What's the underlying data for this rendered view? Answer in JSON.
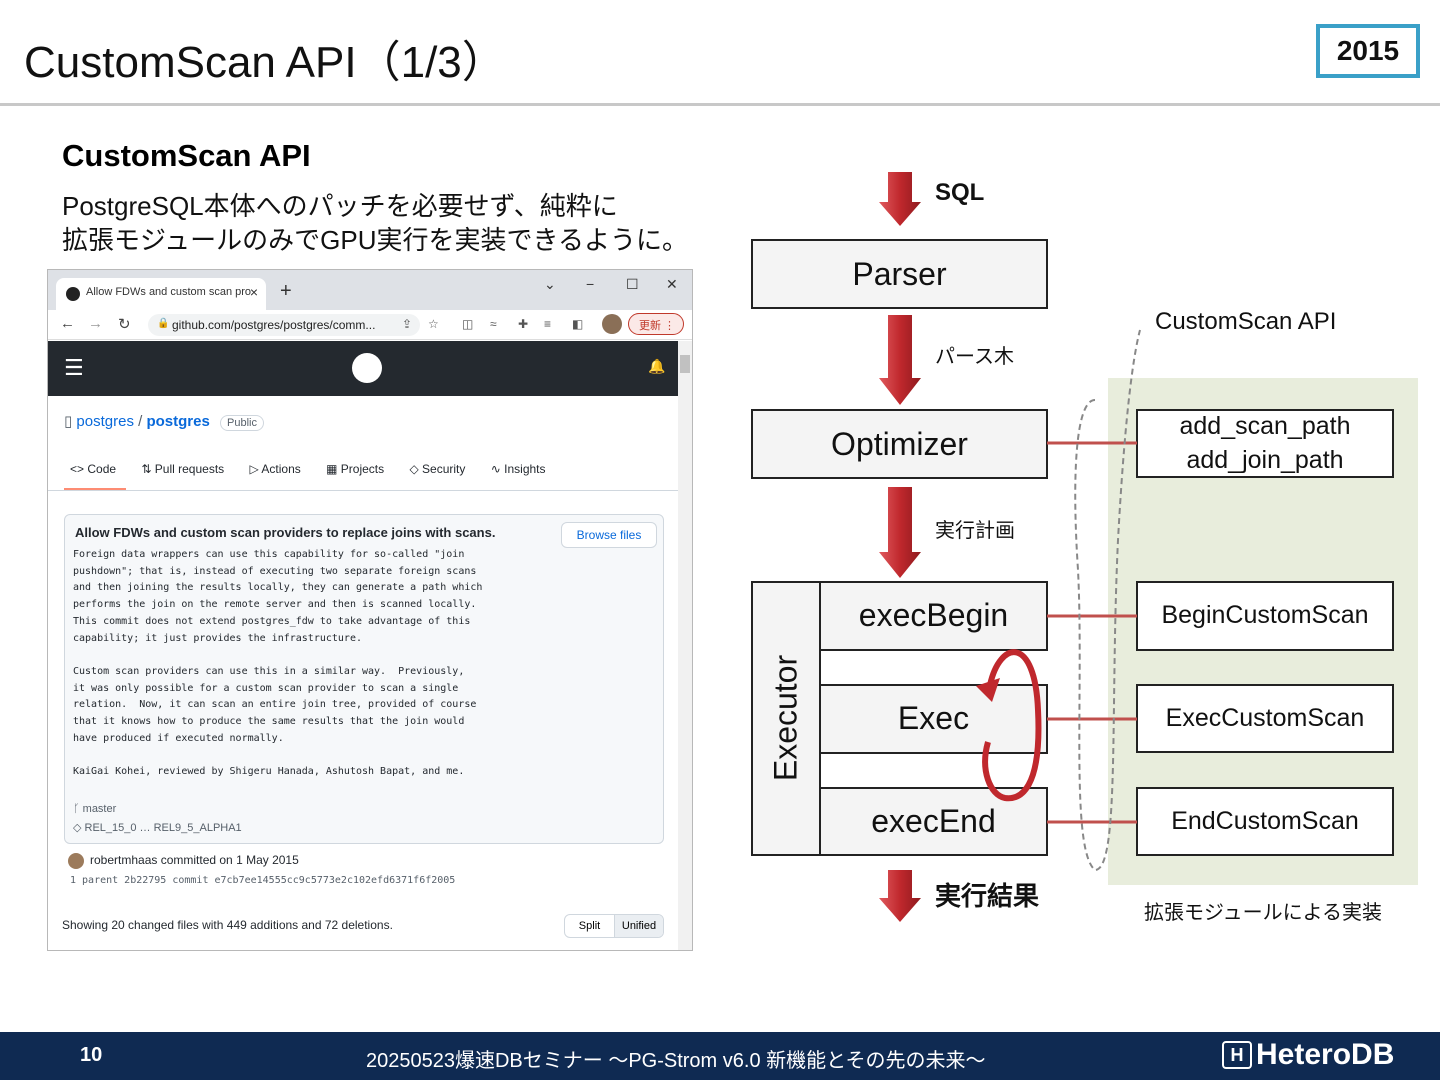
{
  "slide": {
    "title": "CustomScan API（1/3）",
    "year": "2015",
    "section_heading": "CustomScan API",
    "desc_lines": [
      "PostgreSQL本体へのパッチを必要せず、純粋に",
      "拡張モジュールのみでGPU実行を実装できるように。"
    ]
  },
  "browser": {
    "tab_title": "Allow FDWs and custom scan pro",
    "tab_close": "×",
    "new_tab": "+",
    "window_controls": [
      "⌄",
      "−",
      "☐",
      "✕"
    ],
    "url": "github.com/postgres/postgres/comm...",
    "update_label": "更新 ⋮",
    "repo_owner": "postgres",
    "repo_sep": " / ",
    "repo_name": "postgres",
    "repo_visibility": "Public",
    "tabs": [
      "<> Code",
      "⇅ Pull requests",
      "▷ Actions",
      "▦ Projects",
      "◇ Security",
      "∿ Insights"
    ],
    "commit_title": "Allow FDWs and custom scan providers to replace joins with scans.",
    "browse_files": "Browse files",
    "commit_body": "Foreign data wrappers can use this capability for so-called \"join\npushdown\"; that is, instead of executing two separate foreign scans\nand then joining the results locally, they can generate a path which\nperforms the join on the remote server and then is scanned locally.\nThis commit does not extend postgres_fdw to take advantage of this\ncapability; it just provides the infrastructure.\n\nCustom scan providers can use this in a similar way.  Previously,\nit was only possible for a custom scan provider to scan a single\nrelation.  Now, it can scan an entire join tree, provided of course\nthat it knows how to produce the same results that the join would\nhave produced if executed normally.\n\nKaiGai Kohei, reviewed by Shigeru Hanada, Ashutosh Bapat, and me.",
    "branch": "ᚴ master",
    "tags": "◇ REL_15_0  …  REL9_5_ALPHA1",
    "committer": "robertmhaas committed on 1 May 2015",
    "hash_line": "1 parent 2b22795    commit e7cb7ee14555cc9c5773e2c102efd6371f6f2005",
    "changed_files": "Showing 20 changed files with 449 additions and 72 deletions.",
    "split": "Split",
    "unified": "Unified"
  },
  "diagram": {
    "sql": "SQL",
    "parser": "Parser",
    "parse_tree": "パース木",
    "optimizer": "Optimizer",
    "plan": "実行計画",
    "executor": "Executor",
    "exec_begin": "execBegin",
    "exec": "Exec",
    "exec_end": "execEnd",
    "result": "実行結果",
    "api_label": "CustomScan API",
    "add_scan_path": "add_scan_path",
    "add_join_path": "add_join_path",
    "begin_custom_scan": "BeginCustomScan",
    "exec_custom_scan": "ExecCustomScan",
    "end_custom_scan": "EndCustomScan",
    "extension_caption": "拡張モジュールによる実装",
    "colors": {
      "arrow": "#c0282d",
      "extension_bg": "#e8eddc",
      "box_bg": "#f4f4f4"
    }
  },
  "footer": {
    "page_number": "10",
    "text": "20250523爆速DBセミナー ～PG-Strom v6.0  新機能とその先の未来～",
    "logo": "HeteroDB",
    "logo_mark": "H"
  }
}
